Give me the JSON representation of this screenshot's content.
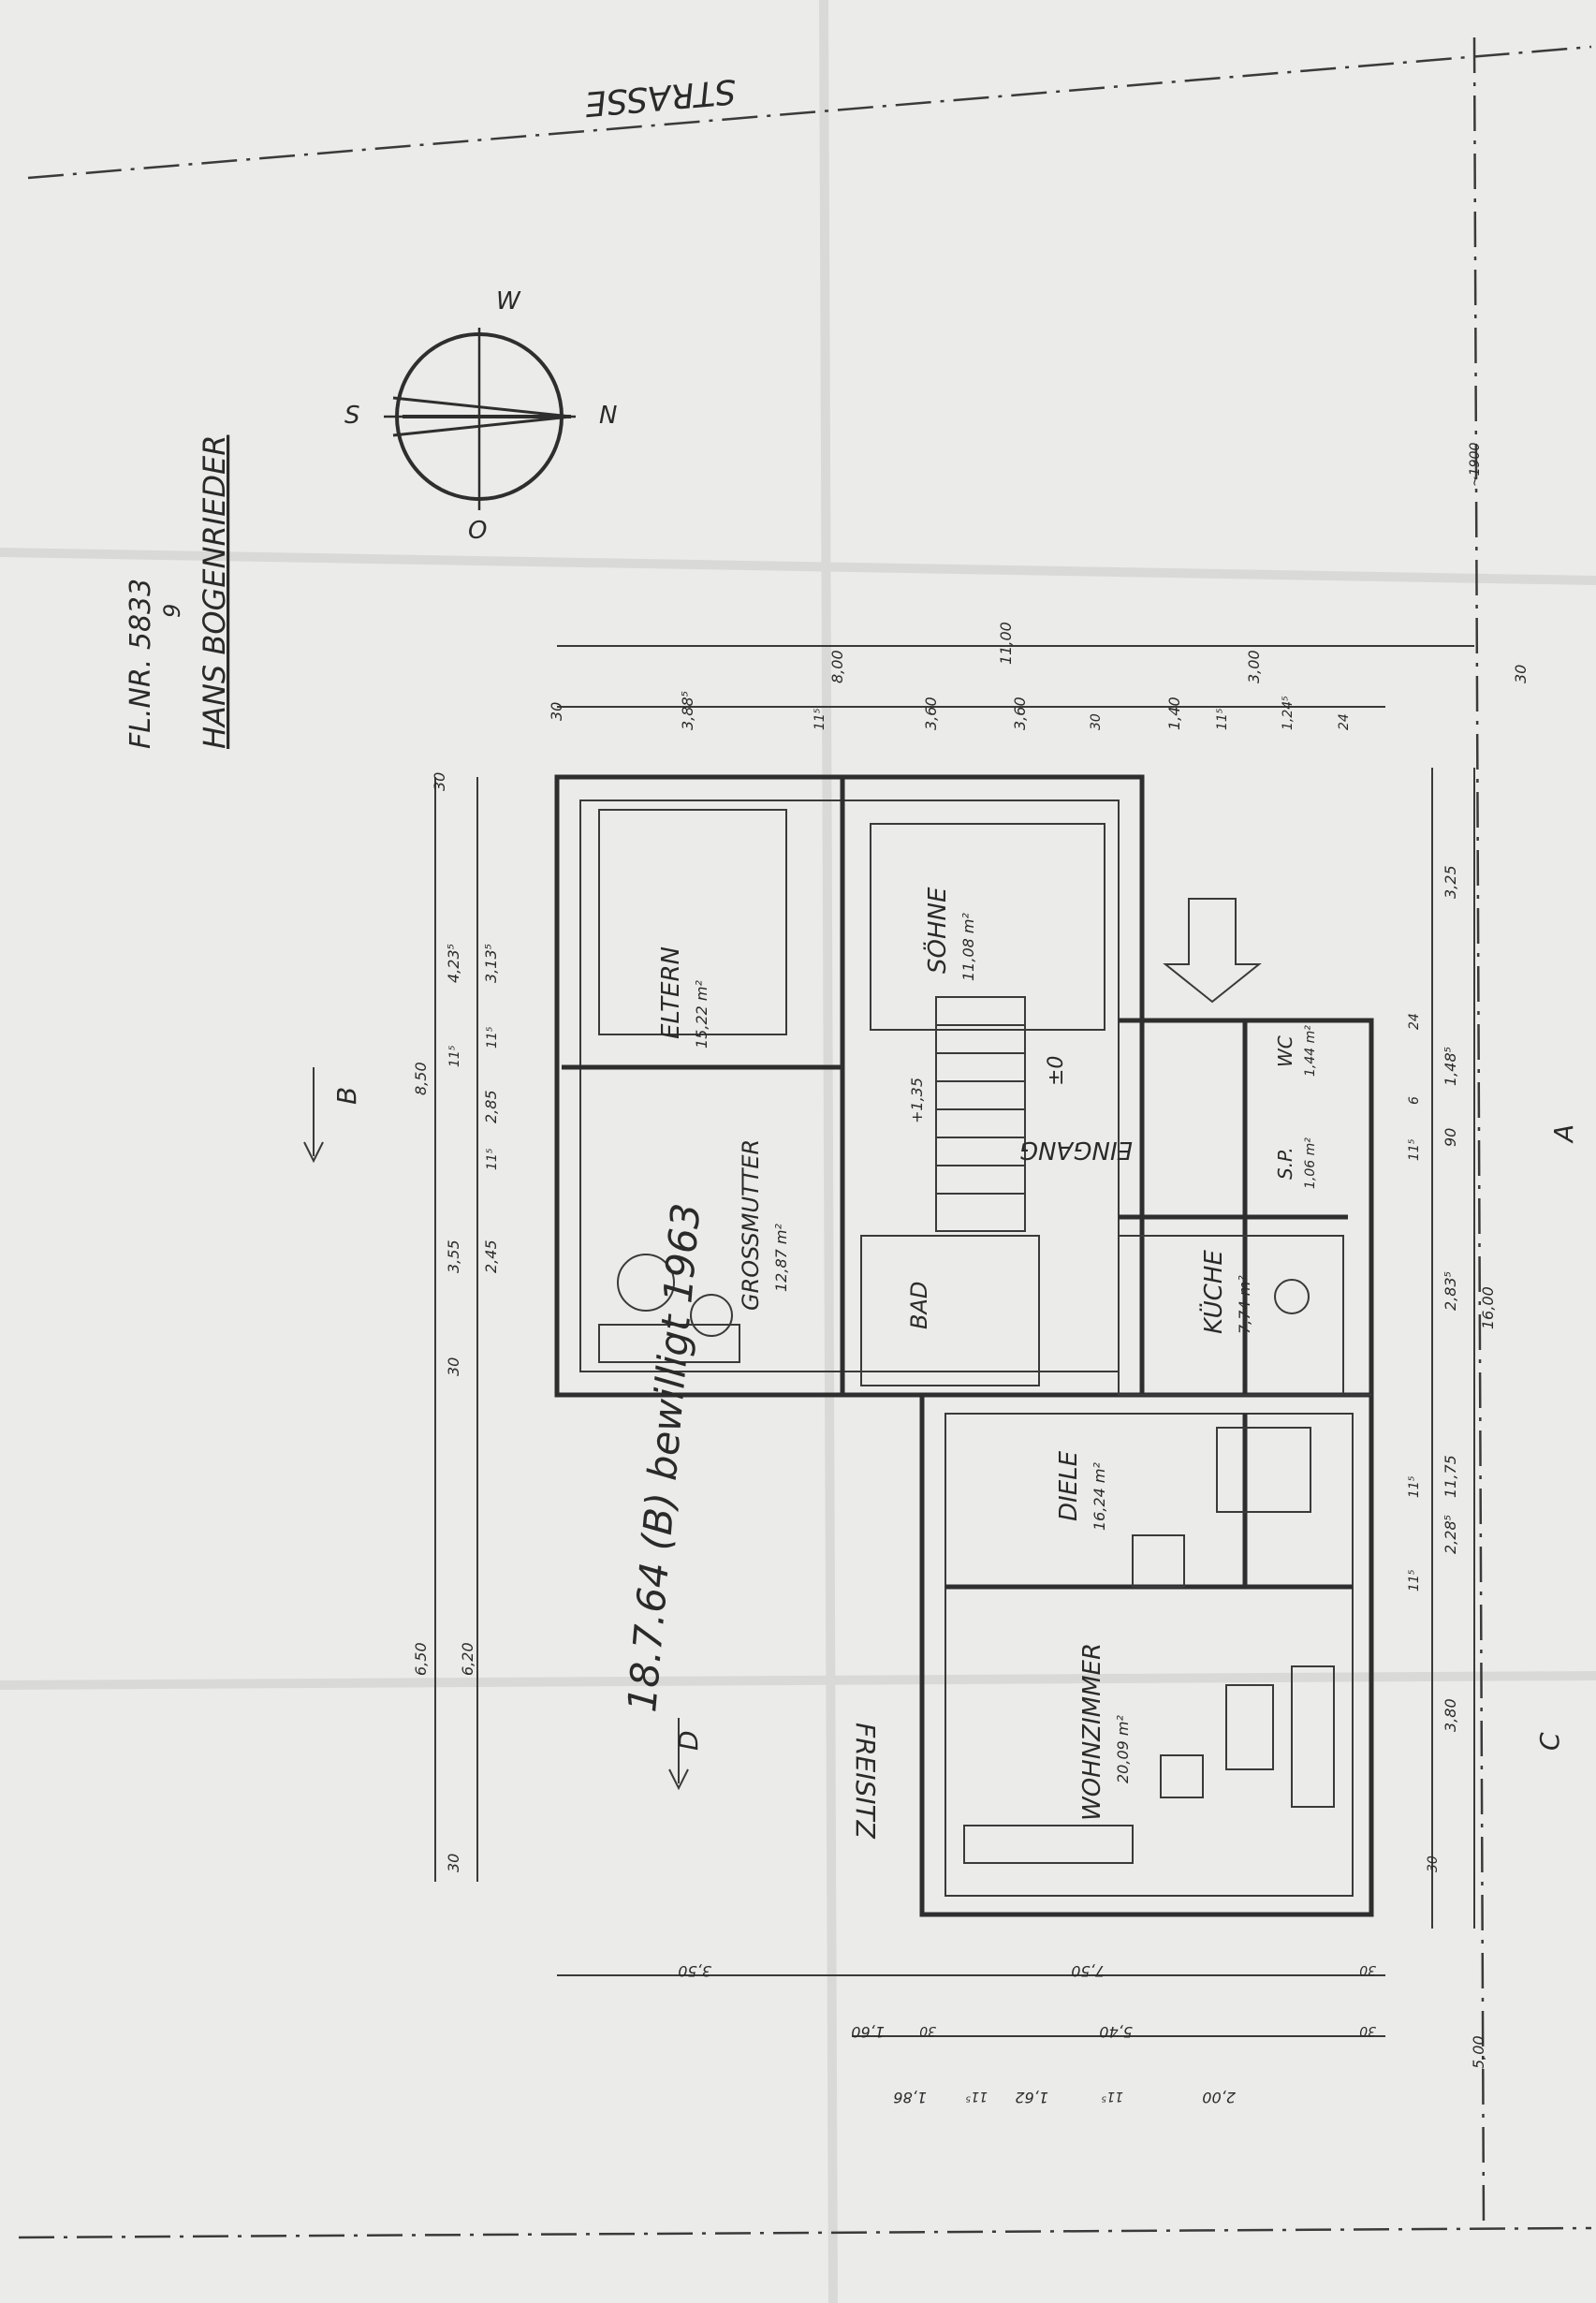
{
  "colors": {
    "paper": "#ebebea",
    "ink": "#2e2e2e",
    "fold": "#d9d9d7"
  },
  "header": {
    "parcel": "FL.NR. 5833",
    "parcel_sub": "9",
    "owner": "HANS BOGENRIEDER"
  },
  "street": "STRASSE",
  "compass": {
    "n": "N",
    "s": "S",
    "o": "O",
    "w": "W"
  },
  "sections": {
    "b": "B",
    "d": "D",
    "a": "A",
    "c": "C"
  },
  "rooms": {
    "eltern": "ELTERN",
    "eltern_area": "15,22 m²",
    "soehne": "SÖHNE",
    "soehne_area": "11,08 m²",
    "grossmutter": "GROSSMUTTER",
    "grossmutter_area": "12,87 m²",
    "bad": "BAD",
    "kueche": "KÜCHE",
    "kueche_area": "7,74 m²",
    "diele": "DIELE",
    "diele_area": "16,24 m²",
    "wohnzimmer": "WOHNZIMMER",
    "wohnzimmer_area": "20,09 m²",
    "eingang": "EINGANG",
    "wc": "WC",
    "wc_area": "1,44 m²",
    "sp": "S.P.",
    "sp_area": "1,06 m²",
    "freisitz": "FREISITZ",
    "level": "±0",
    "stair": "+1,35"
  },
  "dims_top": [
    "30",
    "3,88⁵",
    "11⁵",
    "8,00",
    "3,60",
    "11,00",
    "30",
    "3,60",
    "1,40",
    "11⁵",
    "1,24⁵",
    "24",
    "3,00",
    "30"
  ],
  "dims_left": [
    "30",
    "4,23⁵",
    "3,13⁵",
    "11⁵",
    "8,50",
    "11⁵",
    "2,85",
    "11⁵",
    "3,55",
    "2,45",
    "30",
    "6,50",
    "6,20",
    "30"
  ],
  "dims_right": [
    "3,25",
    "24",
    "1,48⁵",
    "6",
    "90",
    "11⁵",
    "2,83⁵",
    "16,00",
    "11,75",
    "11⁵",
    "2,28⁵",
    "11⁵",
    "3,80",
    "30",
    "5,00",
    "~1900"
  ],
  "dims_bottom": [
    "3,50",
    "7,50",
    "30",
    "1,86",
    "11⁵",
    "1,62",
    "5,40",
    "1,60",
    "30",
    "2,00",
    "11⁵",
    "30"
  ],
  "annotation": "18.7.64 (B) bewilligt 1963"
}
